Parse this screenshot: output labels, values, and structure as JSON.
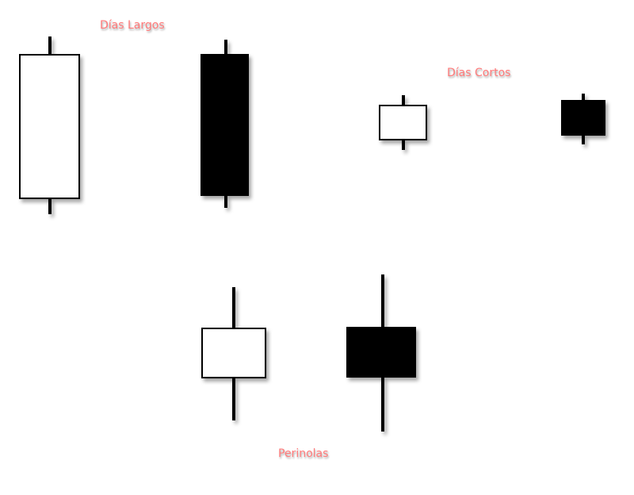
{
  "labels": {
    "long_days": "Días Largos",
    "short_days": "Días Cortos",
    "spinning_tops": "Perinolas"
  },
  "colors": {
    "label": "#ff7a7a",
    "candle_bullish": "#ffffff",
    "candle_bearish": "#000000",
    "outline": "#000000"
  },
  "candles": [
    {
      "group": "long_days",
      "kind": "bullish"
    },
    {
      "group": "long_days",
      "kind": "bearish"
    },
    {
      "group": "short_days",
      "kind": "bullish"
    },
    {
      "group": "short_days",
      "kind": "bearish"
    },
    {
      "group": "spinning_tops",
      "kind": "bullish"
    },
    {
      "group": "spinning_tops",
      "kind": "bearish"
    }
  ]
}
